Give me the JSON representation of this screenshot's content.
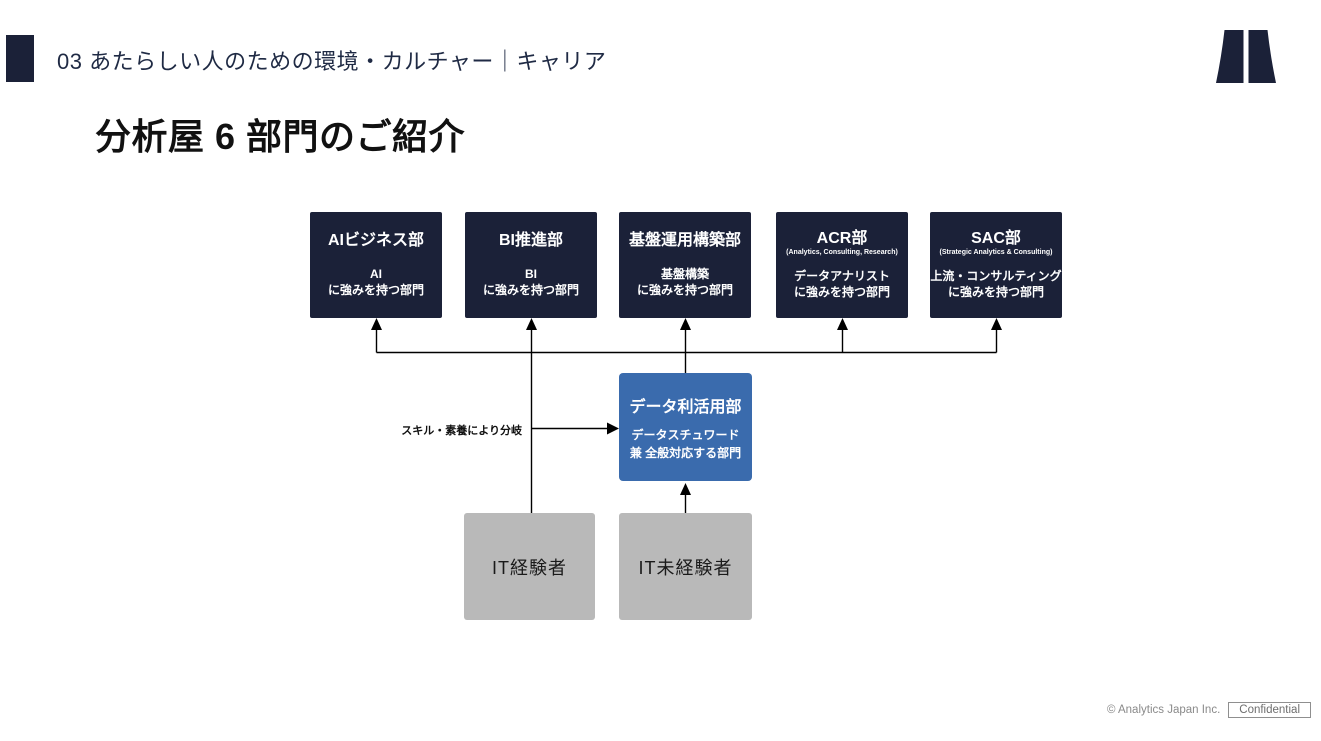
{
  "slide": {
    "section_label": "03 あたらしい人のための環境・カルチャー｜キャリア",
    "title": "分析屋 6 部門のご紹介",
    "footer": {
      "copyright": "© Analytics Japan Inc.",
      "badge": "Confidential"
    }
  },
  "colors": {
    "navy": "#1b2138",
    "accent_blue": "#3a6bad",
    "gray_box": "#b9b9b9",
    "arrow": "#000000"
  },
  "departments": [
    {
      "name": "AIビジネス部",
      "strength_line1": "AI",
      "strength_line2": "に強みを持つ部門"
    },
    {
      "name": "BI推進部",
      "strength_line1": "BI",
      "strength_line2": "に強みを持つ部門"
    },
    {
      "name": "基盤運用構築部",
      "strength_line1": "基盤構築",
      "strength_line2": "に強みを持つ部門"
    },
    {
      "name": "ACR部",
      "subname": "(Analytics, Consulting, Research)",
      "strength_line1": "データアナリスト",
      "strength_line2": "に強みを持つ部門"
    },
    {
      "name": "SAC部",
      "subname": "(Strategic Analytics & Consulting)",
      "strength_line1": "上流・コンサルティング",
      "strength_line2": "に強みを持つ部門"
    }
  ],
  "hub": {
    "name": "データ利活用部",
    "desc_line1": "データスチュワード",
    "desc_line2": "兼 全般対応する部門"
  },
  "branch_label": "スキル・素養により分岐",
  "entry_paths": [
    {
      "label": "IT経験者"
    },
    {
      "label": "IT未経験者"
    }
  ]
}
